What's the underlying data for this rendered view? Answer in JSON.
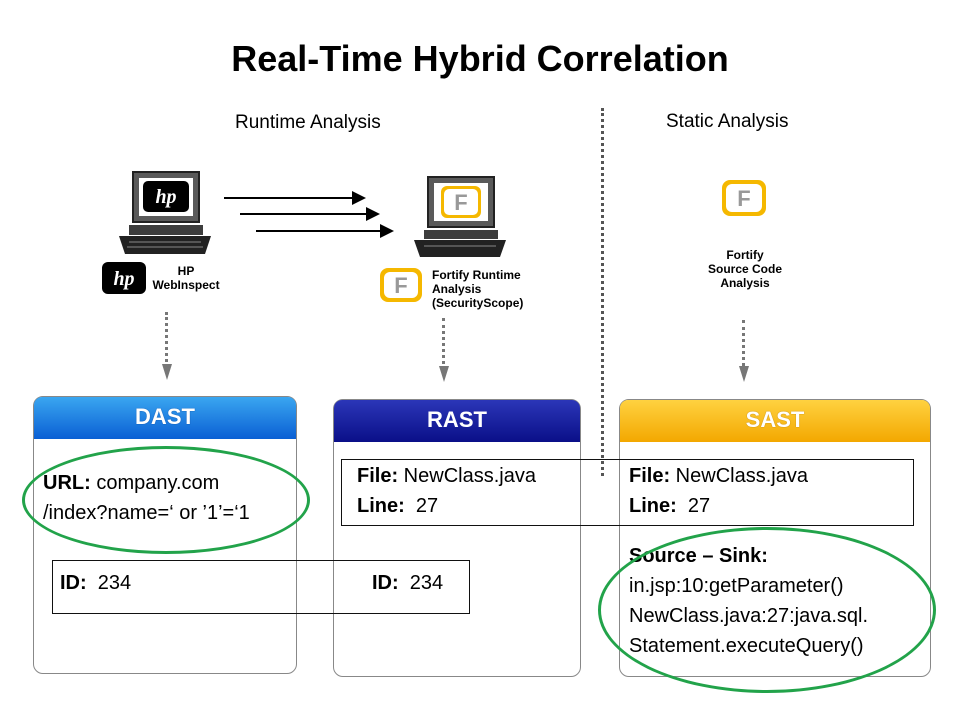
{
  "title": "Real-Time Hybrid Correlation",
  "runtime_label": "Runtime Analysis",
  "static_label": "Static Analysis",
  "hp_logo_text": "hp",
  "fortify_logo_text": "F",
  "hp_tool": [
    "HP",
    "WebInspect"
  ],
  "fortify_runtime": [
    "Fortify Runtime",
    "Analysis",
    "(SecurityScope)"
  ],
  "fortify_source": [
    "Fortify",
    "Source Code",
    "Analysis"
  ],
  "dast": {
    "header": "DAST",
    "url_key": "URL:",
    "url_line1": " company.com",
    "url_line2": "/index?name=‘ or ’1’=‘1",
    "id_key": "ID:",
    "id_val": "234"
  },
  "rast": {
    "header": "RAST",
    "file_key": "File:",
    "file_val": " NewClass.java",
    "line_key": "Line:",
    "line_val": "27",
    "id_key": "ID:",
    "id_val": "234"
  },
  "sast": {
    "header": "SAST",
    "file_key": "File:",
    "file_val": " NewClass.java",
    "line_key": "Line:",
    "line_val": "27",
    "source_sink": "Source – Sink:",
    "trace": [
      "in.jsp:10:getParameter()",
      "NewClass.java:27:java.sql.",
      "Statement.executeQuery()"
    ]
  }
}
